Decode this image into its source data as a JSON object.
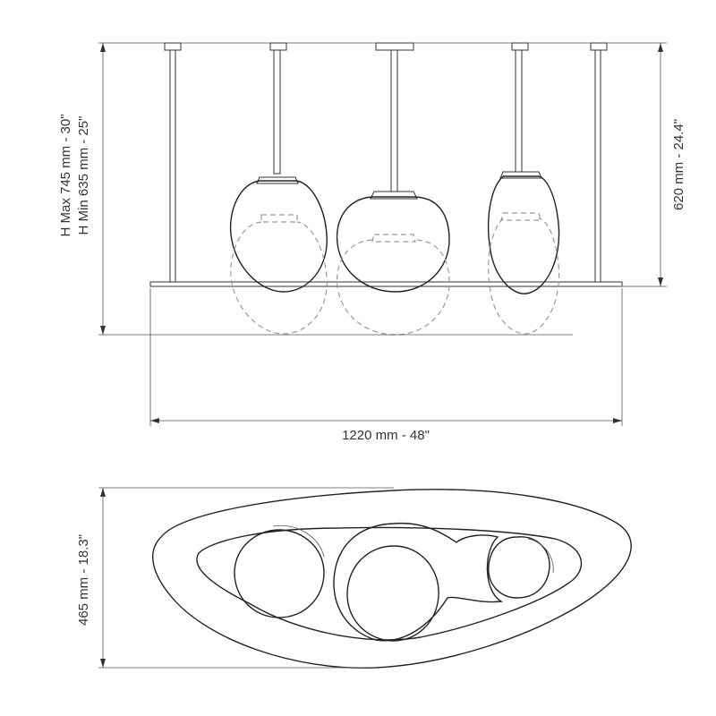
{
  "front_view": {
    "height_max_label": "H Max 745 mm - 30\"",
    "height_min_label": "H Min 635 mm - 25\"",
    "fixture_height_label": "620 mm - 24.4\"",
    "width_label": "1220 mm - 48\""
  },
  "top_view": {
    "depth_label": "465 mm - 18.3\""
  },
  "colors": {
    "line": "#333333",
    "dashed": "#9a9a9a",
    "background": "#ffffff"
  }
}
